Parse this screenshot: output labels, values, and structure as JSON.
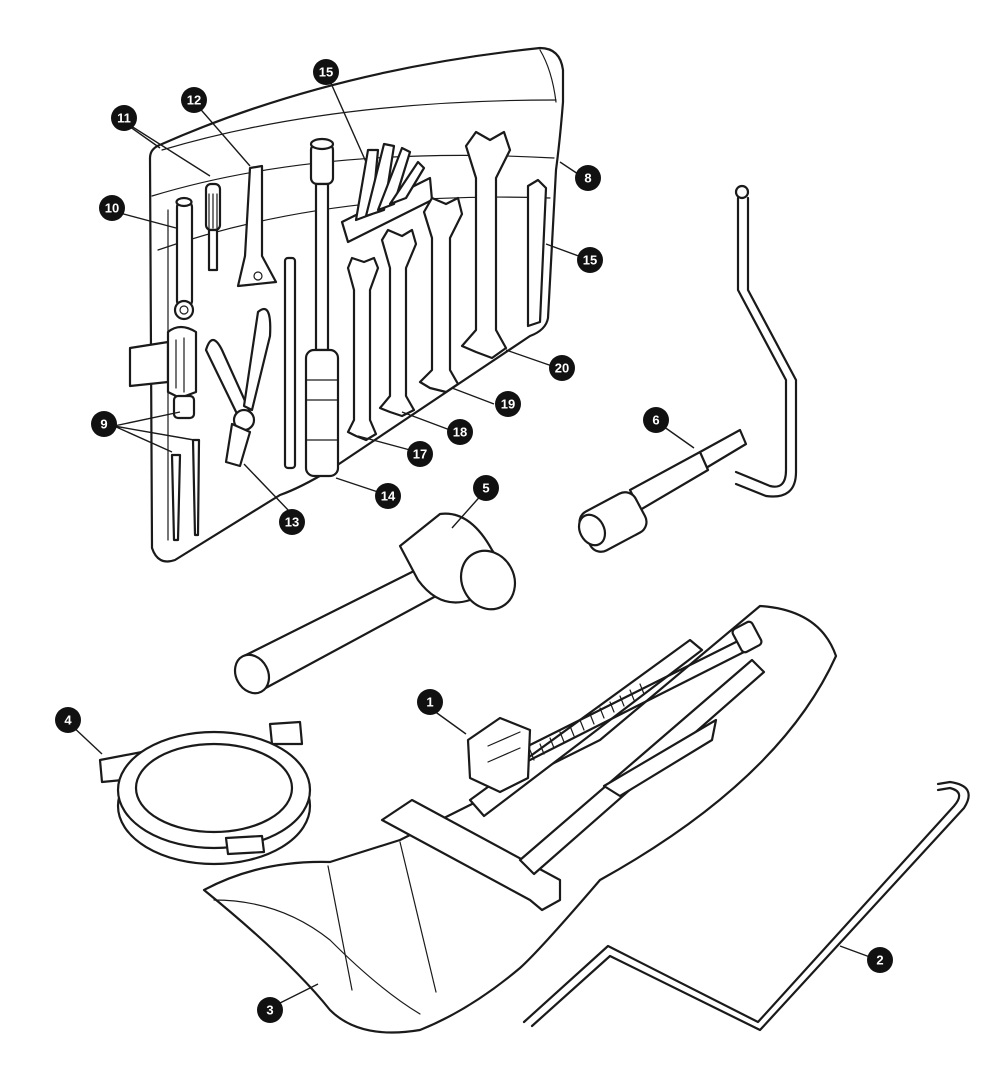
{
  "callouts": {
    "c1": "1",
    "c2": "2",
    "c3": "3",
    "c4": "4",
    "c5": "5",
    "c6": "6",
    "c8": "8",
    "c9": "9",
    "c10": "10",
    "c11": "11",
    "c12": "12",
    "c13": "13",
    "c14": "14",
    "c15a": "15",
    "c15b": "15",
    "c17": "17",
    "c18": "18",
    "c19": "19",
    "c20": "20"
  },
  "colors": {
    "ink": "#1a1a1a",
    "badge": "#111111",
    "paper": "#ffffff"
  }
}
